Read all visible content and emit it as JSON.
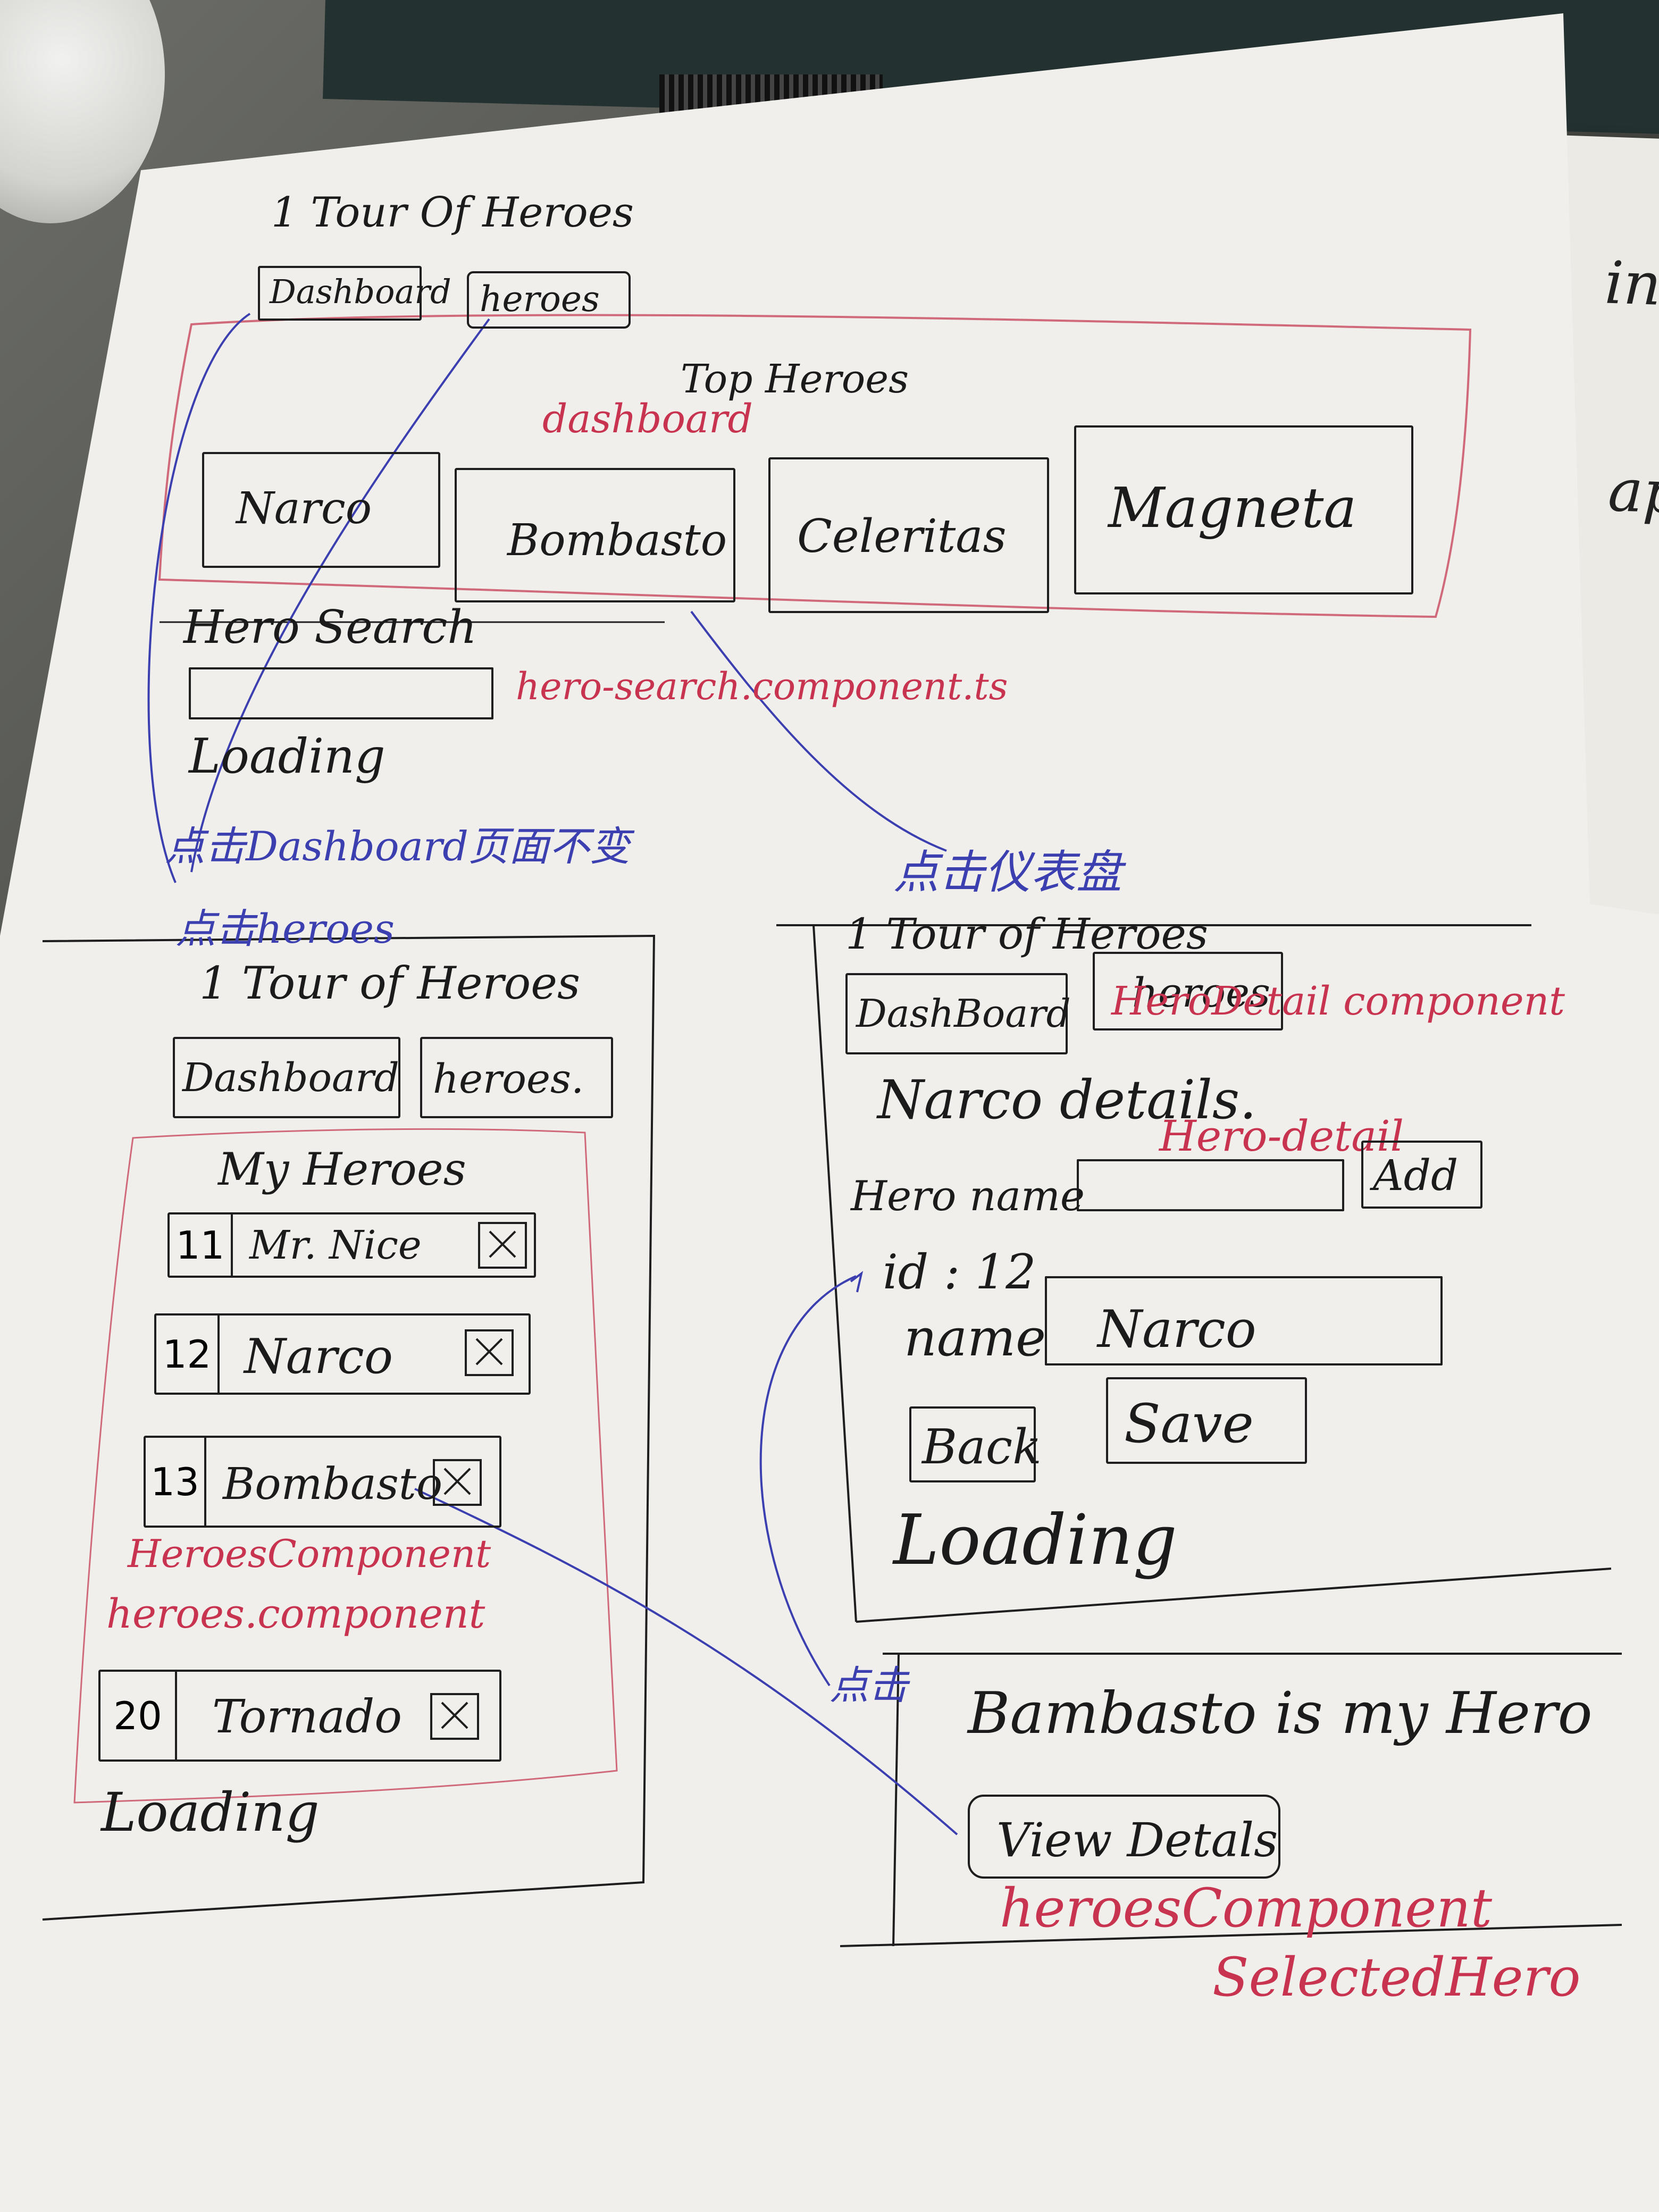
{
  "dashboard_view": {
    "app_title": "1 Tour Of Heroes",
    "nav": {
      "dashboard": "Dashboard",
      "heroes": "heroes"
    },
    "section_title": "Top Heroes",
    "section_note": "dashboard",
    "top_heroes": [
      "Narco",
      "Bombasto",
      "Celeritas",
      "Magneta"
    ],
    "search_label": "Hero Search",
    "search_note": "hero-search.component.ts",
    "loading": "Loading"
  },
  "heroes_view": {
    "app_title": "1 Tour of Heroes",
    "nav": {
      "dashboard": "Dashboard",
      "heroes": "heroes."
    },
    "list_title": "My Heroes",
    "heroes": [
      {
        "id": "11",
        "name": "Mr. Nice"
      },
      {
        "id": "12",
        "name": "Narco"
      },
      {
        "id": "13",
        "name": "Bombasto"
      }
    ],
    "note_1": "HeroesComponent",
    "note_2": "heroes.component",
    "extra_hero": {
      "id": "20",
      "name": "Tornado"
    },
    "loading": "Loading"
  },
  "detail_view": {
    "app_title": "1 Tour of Heroes",
    "nav": {
      "dashboard": "DashBoard",
      "heroes": "heroes"
    },
    "note_component": "HeroDetail component",
    "heading": "Narco details.",
    "note_detail": "Hero-detail",
    "hero_name_label": "Hero name",
    "add_button": "Add",
    "id_text": "id : 12",
    "name_label": "name",
    "name_value": "Narco",
    "back_button": "Back",
    "save_button": "Save",
    "loading": "Loading"
  },
  "selected_view": {
    "message": "Bambasto is my Hero",
    "view_details_button": "View Detals",
    "note_1": "heroesComponent",
    "note_2": "SelectedHero"
  },
  "annotations": {
    "click_dashboard": "点击Dashboard页面不变",
    "click_heroes": "点击heroes",
    "click_dashboard_cn": "点击仪表盘",
    "click": "点击"
  },
  "background": {
    "side_sheet_a": "in",
    "side_sheet_b": "app"
  },
  "colors": {
    "ink": "#1b1b1b",
    "red_pen": "#c8344f",
    "blue_pen": "#3b3fb0",
    "paper": "#f0efeb"
  }
}
